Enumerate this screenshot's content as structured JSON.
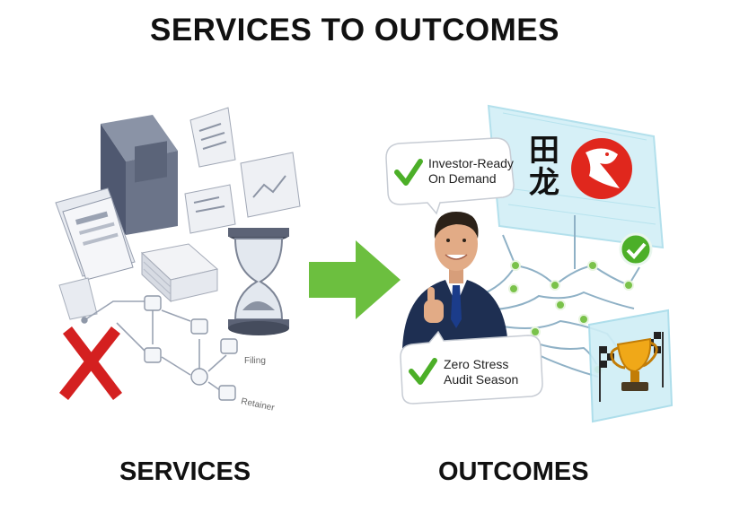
{
  "title": "SERVICES TO OUTCOMES",
  "left_label": "SERVICES",
  "right_label": "OUTCOMES",
  "services": {
    "flow_labels": [
      "Filing",
      "Retainer"
    ]
  },
  "outcomes": {
    "bubble_top": {
      "line1": "Investor-Ready",
      "line2": "On Demand"
    },
    "bubble_bottom": {
      "line1": "Zero Stress",
      "line2": "Audit Season"
    },
    "logo_characters": [
      "田",
      "龙"
    ]
  },
  "colors": {
    "arrow": "#6cbf3f",
    "check": "#4caf28",
    "cross": "#d42020",
    "node": "#7ac24a",
    "panel": "#cfeef6",
    "logo_red": "#e0271d"
  }
}
